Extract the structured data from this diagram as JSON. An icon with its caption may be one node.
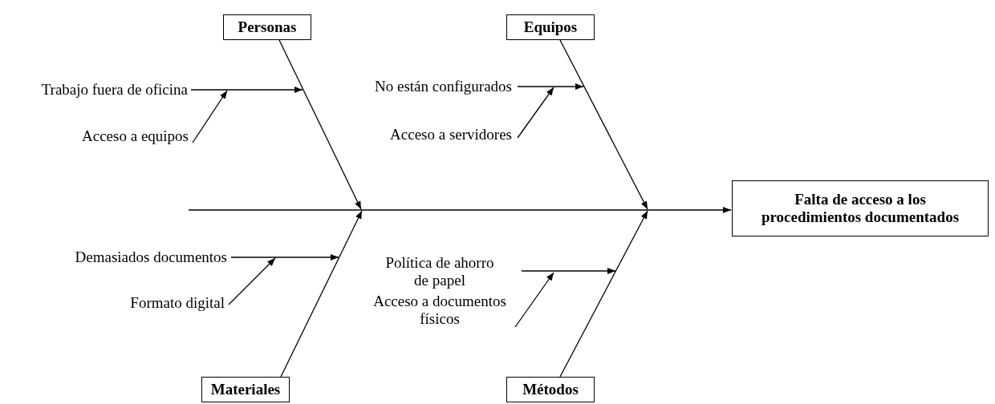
{
  "diagram": {
    "nodes": [
      {
        "text": [
          "Personas"
        ]
      },
      {
        "text": [
          "Equipos"
        ]
      },
      {
        "text": [
          "Trabajo fuera de oficina"
        ]
      },
      {
        "text": [
          "No están configurados"
        ]
      },
      {
        "text": [
          "Acceso a equipos"
        ]
      },
      {
        "text": [
          "Acceso a servidores"
        ]
      },
      {
        "text": [
          "Falta de acceso a los procedimientos documentados"
        ]
      },
      {
        "text": [
          "Demasiados documentos"
        ]
      },
      {
        "text": [
          "Política de ahorro de papel"
        ]
      },
      {
        "text": [
          "Formato digital"
        ]
      },
      {
        "text": [
          "Acceso a documentos físicos"
        ]
      },
      {
        "text": [
          "Materiales"
        ]
      },
      {
        "text": [
          "Métodos"
        ]
      }
    ],
    "edges": [
      {
        "from": null,
        "to": 6,
        "arrow": "to"
      },
      {
        "from": 0,
        "to": null,
        "arrow": "to"
      },
      {
        "from": 1,
        "to": null,
        "arrow": "to"
      },
      {
        "from": 11,
        "to": null,
        "arrow": "to"
      },
      {
        "from": 12,
        "to": null,
        "arrow": "to"
      },
      {
        "from": 2,
        "to": null,
        "arrow": "to"
      },
      {
        "from": 4,
        "to": null,
        "arrow": "to"
      },
      {
        "from": 3,
        "to": null,
        "arrow": "to"
      },
      {
        "from": 5,
        "to": null,
        "arrow": "to"
      },
      {
        "from": 7,
        "to": null,
        "arrow": "to"
      },
      {
        "from": 9,
        "to": null,
        "arrow": "to"
      },
      {
        "from": 8,
        "to": null,
        "arrow": "to"
      },
      {
        "from": 10,
        "to": null,
        "arrow": "to"
      }
    ]
  }
}
